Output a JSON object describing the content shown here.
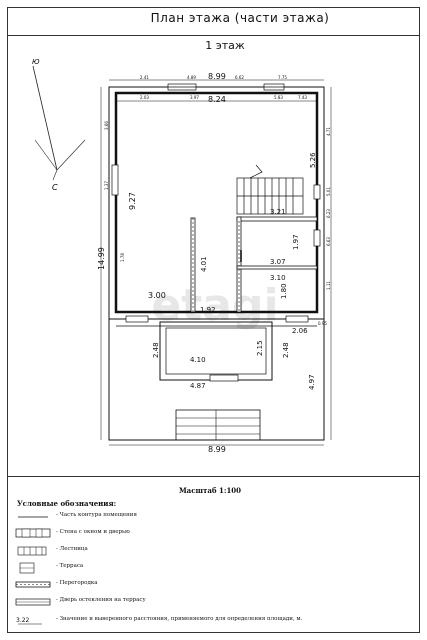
{
  "header": {
    "title": "План этажа (части этажа)",
    "floor": "1 этаж"
  },
  "compass": {
    "north": "Ю",
    "south": "С"
  },
  "dims": {
    "top_overall": "8.99",
    "top_inner": "8.24",
    "top_seg_a": "2.41",
    "top_seg_b": "4.89",
    "top_seg_c": "6.62",
    "top_seg_d": "7.75",
    "top_in_a": "2.03",
    "top_in_b": "3.97",
    "top_in_c": "5.83",
    "top_in_d": "7.43",
    "left_overall": "14.99",
    "hall_height": "9.27",
    "hall_width": "3.00",
    "partition_h": "4.01",
    "passage": "1.92",
    "stair_h": "5.26",
    "stair_w": "3.21",
    "room1_h": "1.97",
    "room1_w": "3.07",
    "room2_w": "3.10",
    "room2_h": "1.80",
    "terrace_inner_h": "2.48",
    "terrace_inner_w": "4.10",
    "terrace_right_h": "2.48",
    "terrace_gap": "2.06",
    "terrace_depth": "2.15",
    "terrace_outer_w": "4.87",
    "porch_h": "4.97",
    "bottom_overall": "8.99",
    "left_small_a": "3.66",
    "left_small_b": "1.37",
    "left_small_c": "1.78",
    "right_small_a": "4.71",
    "right_small_b": "5.01",
    "right_small_c": "6.23",
    "right_small_d": "6.63",
    "right_small_e": "1.11",
    "right_small_f": "0.95"
  },
  "legend": {
    "scale": "Масштаб 1:100",
    "title": "Условные обозначения:",
    "items": [
      "- Часть контура помещения",
      "- Стена с окном и дверью",
      "- Лестница",
      "- Терраса",
      "- Перегородка",
      "- Дверь остекления на террасу",
      "- Значение и выверенного расстояния, применяемого для определения площади, м."
    ],
    "sample_value": "3.22"
  },
  "watermark": "etagi"
}
